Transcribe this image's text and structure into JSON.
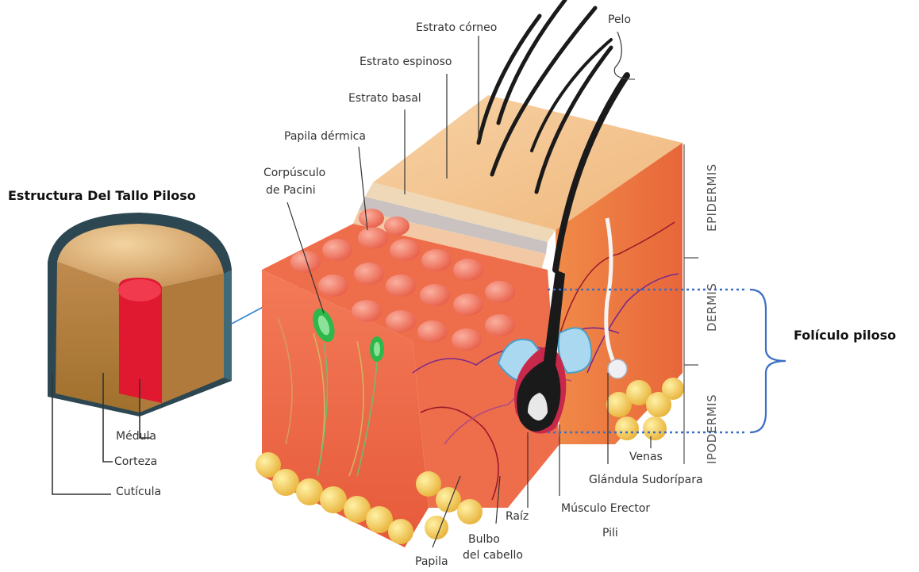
{
  "title": "Estructura Del Tallo Piloso",
  "shaft_labels": {
    "medula": "Médula",
    "corteza": "Corteza",
    "cuticula": "Cutícula"
  },
  "top_labels": {
    "estrato_corneo": "Estrato córneo",
    "pelo": "Pelo",
    "estrato_espinoso": "Estrato espinoso",
    "estrato_basal": "Estrato basal",
    "papila_dermica": "Papila dérmica",
    "corpusculo_line1": "Corpúsculo",
    "corpusculo_line2": "de Pacini"
  },
  "bottom_labels": {
    "venas": "Venas",
    "glandula": "Glándula Sudorípara",
    "musculo_line1": "Músculo Erector",
    "musculo_line2": "Pili",
    "raiz": "Raíz",
    "bulbo_line1": "Bulbo",
    "bulbo_line2": "del cabello",
    "papila": "Papila"
  },
  "layers": {
    "epidermis": "EPIDERMIS",
    "dermis": "DERMIS",
    "hipodermis": "IPODERMIS"
  },
  "foliculo": "Folículo piloso",
  "colors": {
    "bracket": "#3a6fc4",
    "skin_top": "#f4c48e",
    "dermis": "#f0704e",
    "fat": "#f4d45a",
    "hair": "#1a1a1a"
  }
}
